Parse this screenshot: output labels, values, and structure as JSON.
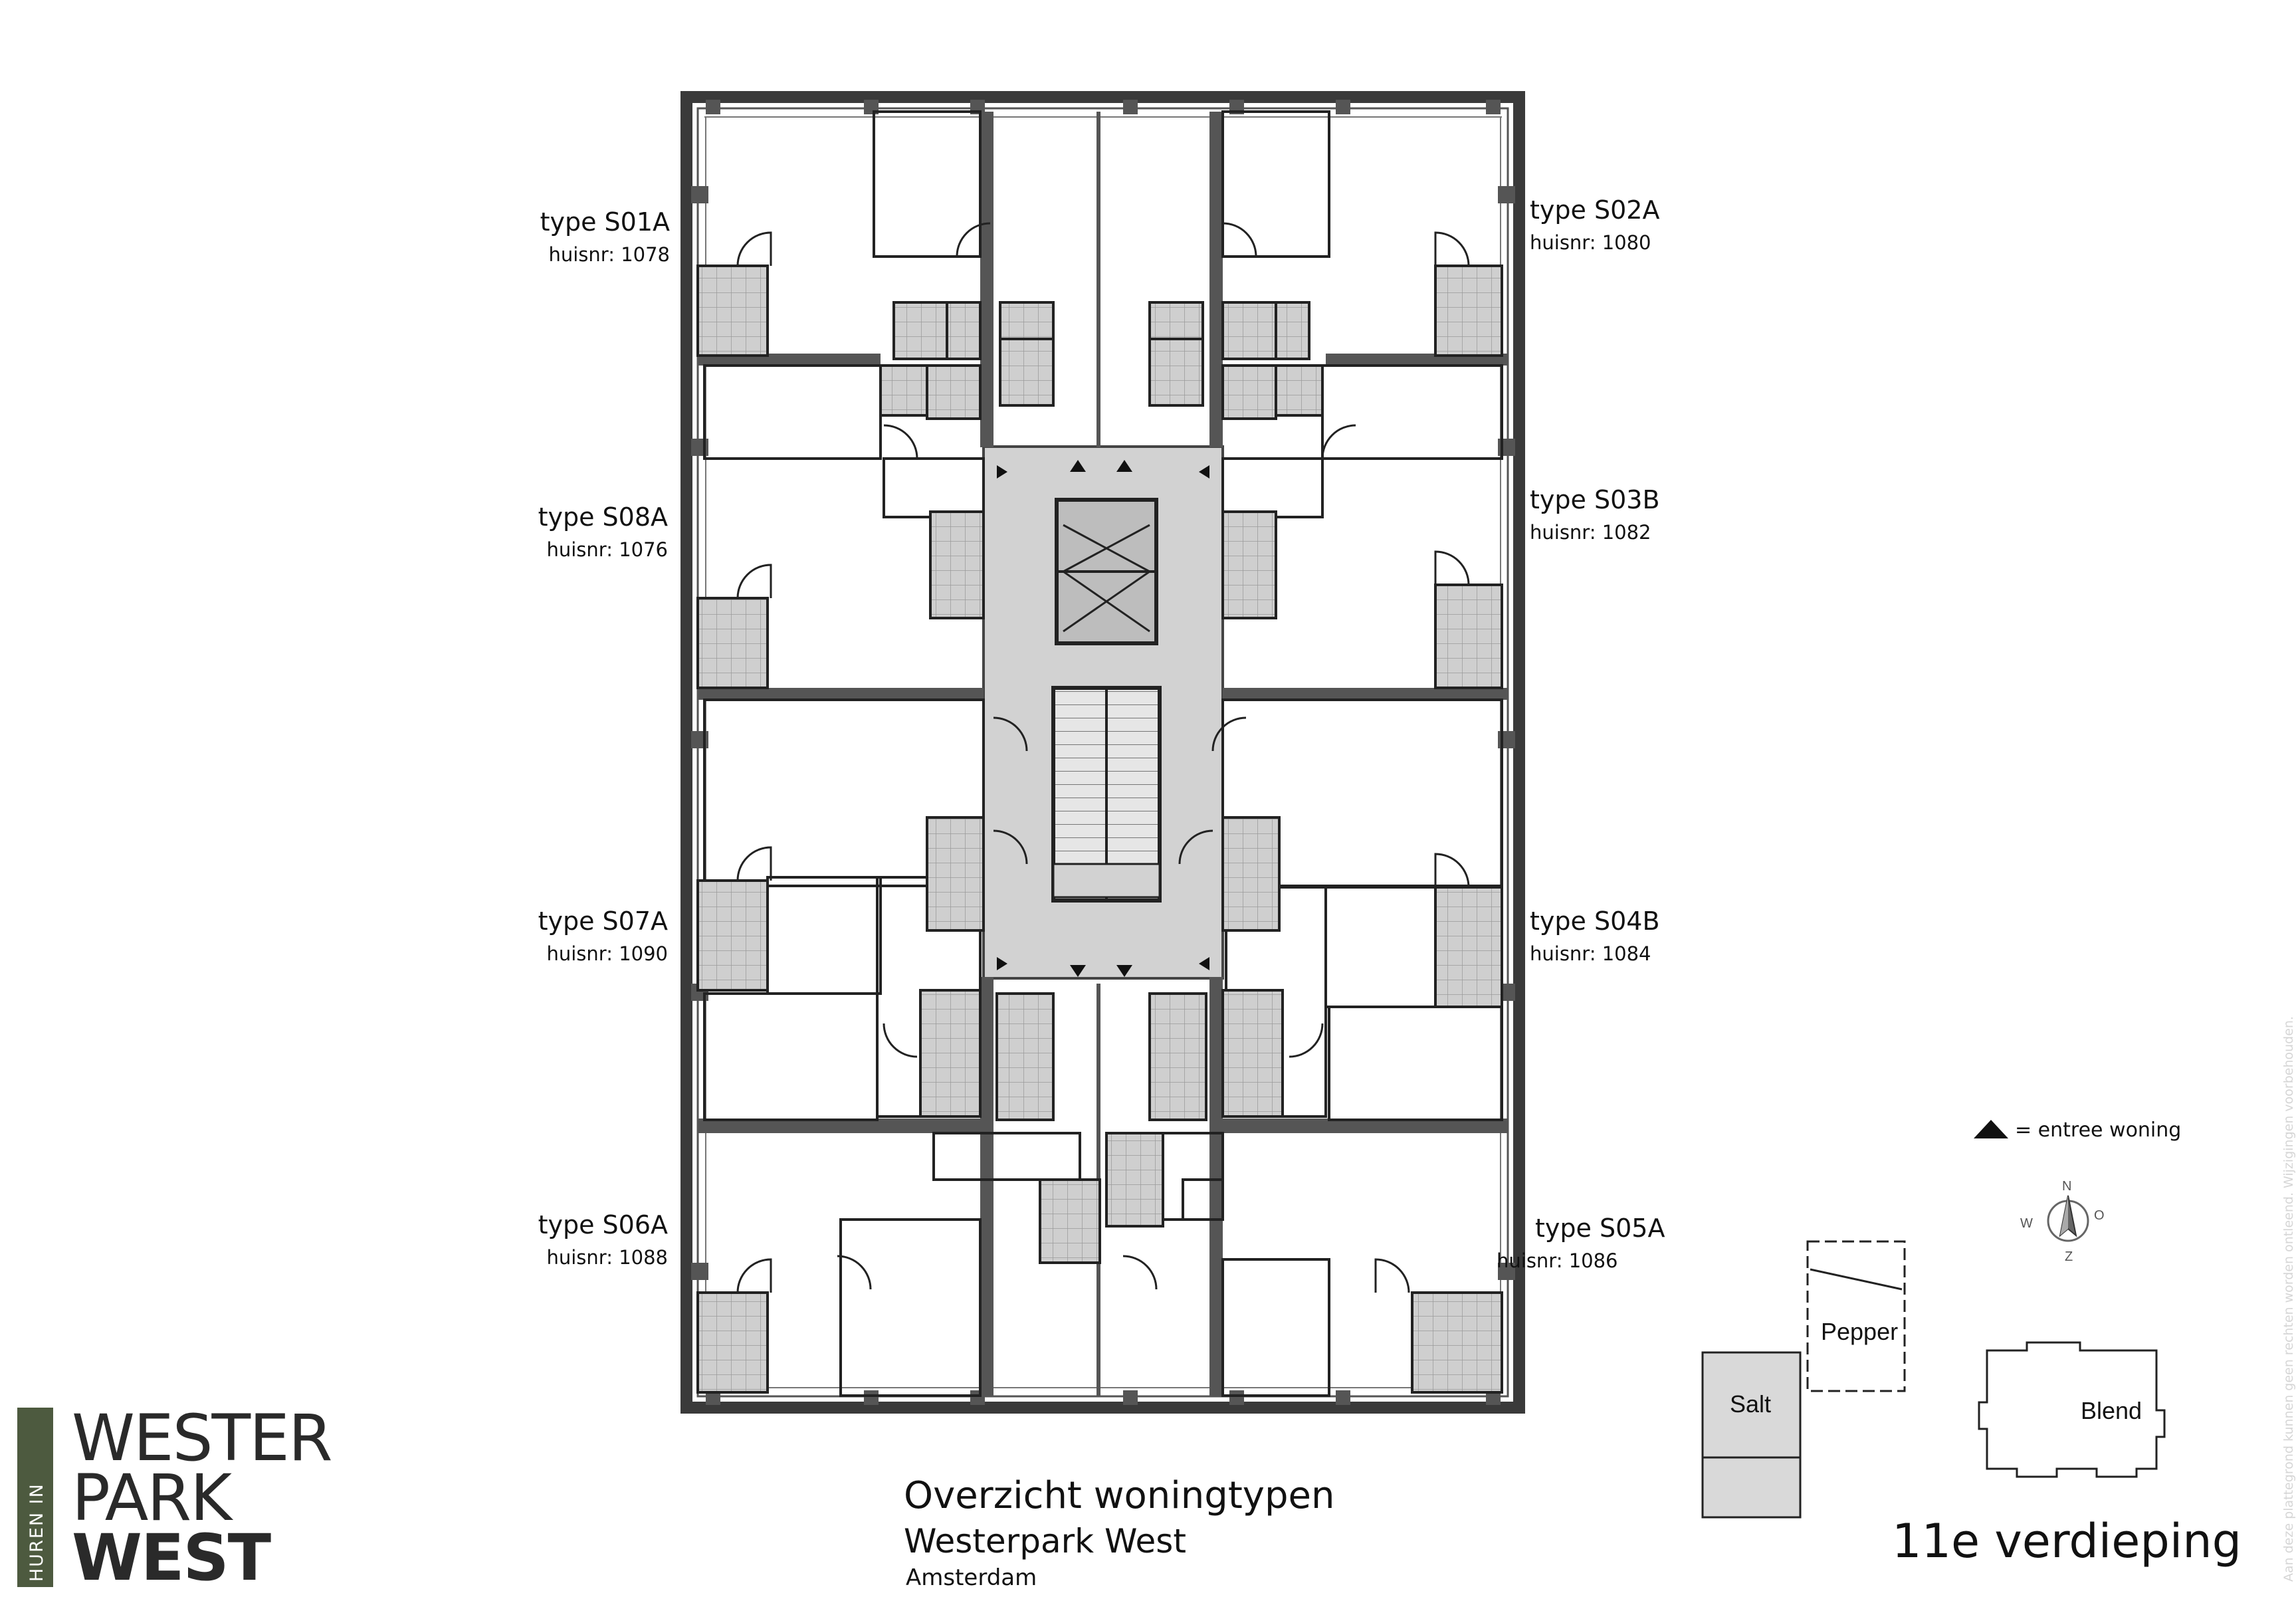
{
  "units": [
    {
      "type": "type S01A",
      "nr": "huisnr: 1078"
    },
    {
      "type": "type S02A",
      "nr": "huisnr: 1080"
    },
    {
      "type": "type S08A",
      "nr": "huisnr: 1076"
    },
    {
      "type": "type S03B",
      "nr": "huisnr: 1082"
    },
    {
      "type": "type S07A",
      "nr": "huisnr: 1090"
    },
    {
      "type": "type S04B",
      "nr": "huisnr: 1084"
    },
    {
      "type": "type S06A",
      "nr": "huisnr: 1088"
    },
    {
      "type": "type S05A",
      "nr": "huisnr: 1086"
    }
  ],
  "legend": {
    "entrance": "=  entree woning"
  },
  "compass": {
    "n": "N",
    "o": "O",
    "z": "Z",
    "w": "W"
  },
  "site_buildings": {
    "salt": "Salt",
    "pepper": "Pepper",
    "blend": "Blend"
  },
  "footer": {
    "title": "Overzicht woningtypen",
    "subtitle": "Westerpark West",
    "city": "Amsterdam",
    "floor": "11e verdieping"
  },
  "logo": {
    "tagline": "HUREN IN",
    "line1": "WESTER",
    "line2": "PARK",
    "line3": "WEST",
    "bar_color": "#4d5a3f"
  },
  "disclaimer": "Aan deze plattegrond kunnen geen rechten worden ontleend. Wijzigingen voorbehouden."
}
